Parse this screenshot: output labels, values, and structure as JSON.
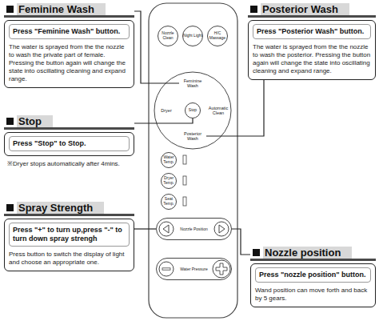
{
  "diagram": {
    "nodes": [
      {
        "text": [
          "Feminine Wash",
          "Press \"Feminine Wash\" button.",
          "The water is sprayed from the the nozzle to wash the private part of female. Pressing the button again will change the state into oscillating cleaning and expand range."
        ]
      },
      {
        "text": [
          "Posterior Wash",
          "Press \"Posterior Wash\" button.",
          "The water is sprayed from the the nozzle to wash the posterior. Pressing the button again will change the state into oscillating cleaning and expand range."
        ]
      },
      {
        "text": [
          "Stop",
          "Press \"Stop\" to Stop.",
          "※Dryer stops automatically after 4mins."
        ]
      },
      {
        "text": [
          "Spray Strength",
          "Press \"+\" to turn up,press \"-\" to turn down spray strengh",
          "Press button to switch the display of light and choose an appropriate one."
        ]
      },
      {
        "text": [
          "Nozzle position",
          "Press \"nozzle position\" button.",
          "Wand position can move forth and back by 5 gears."
        ]
      },
      {
        "text": [
          "Nozzle Clean"
        ]
      },
      {
        "text": [
          "Night Light"
        ]
      },
      {
        "text": [
          "H/C Massage"
        ]
      },
      {
        "text": [
          "Feminine Wash"
        ]
      },
      {
        "text": [
          "Dryer"
        ]
      },
      {
        "text": [
          "Stop"
        ]
      },
      {
        "text": [
          "Automatic Clean"
        ]
      },
      {
        "text": [
          "Posterior Wash"
        ]
      },
      {
        "text": [
          "Water Temp."
        ]
      },
      {
        "text": [
          "Dryer Temp."
        ]
      },
      {
        "text": [
          "Seat Temp."
        ]
      },
      {
        "text": [
          "Nozzle Position"
        ]
      },
      {
        "text": [
          "Water Pressure"
        ]
      }
    ],
    "edges": [
      {
        "from": 0,
        "to": 8,
        "arrow": "none"
      },
      {
        "from": 1,
        "to": 12,
        "arrow": "none"
      },
      {
        "from": 2,
        "to": 10,
        "arrow": "none"
      },
      {
        "from": 3,
        "to": 16,
        "arrow": "none"
      },
      {
        "from": 4,
        "to": 16,
        "arrow": "none"
      }
    ]
  }
}
